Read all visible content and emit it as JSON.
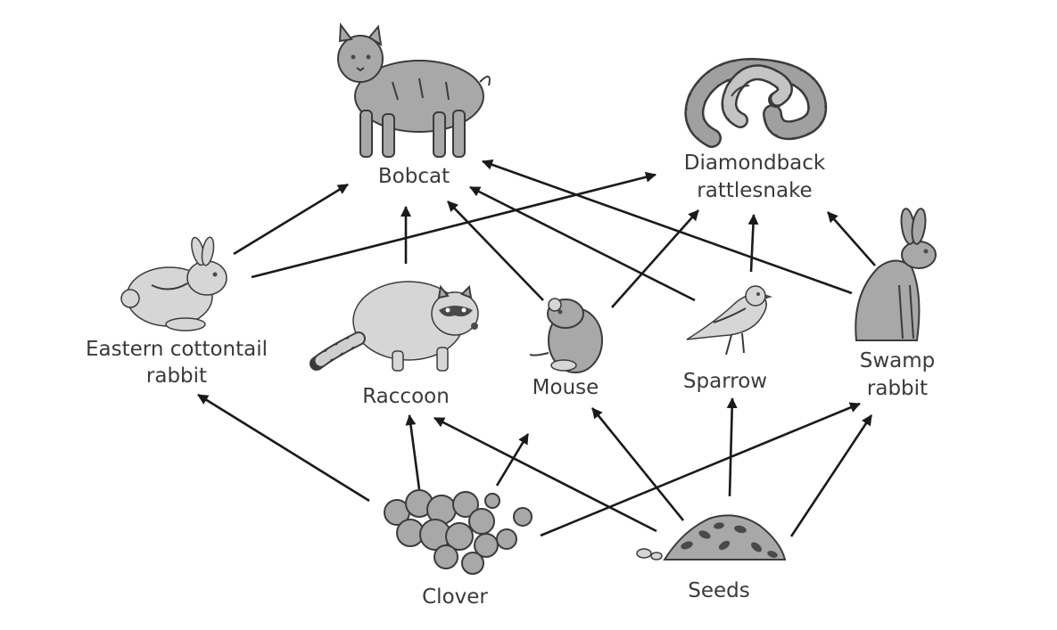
{
  "diagram": {
    "labels": {
      "bobcat": "Bobcat",
      "rattlesnake_1": "Diamondback",
      "rattlesnake_2": "rattlesnake",
      "cottontail_1": "Eastern cottontail",
      "cottontail_2": "rabbit",
      "raccoon": "Raccoon",
      "mouse": "Mouse",
      "sparrow": "Sparrow",
      "swamp_1": "Swamp",
      "swamp_2": "rabbit",
      "clover": "Clover",
      "seeds": "Seeds"
    },
    "edges": [
      {
        "from": "Eastern cottontail rabbit",
        "to": "Bobcat"
      },
      {
        "from": "Eastern cottontail rabbit",
        "to": "Diamondback rattlesnake"
      },
      {
        "from": "Raccoon",
        "to": "Bobcat"
      },
      {
        "from": "Mouse",
        "to": "Bobcat"
      },
      {
        "from": "Mouse",
        "to": "Diamondback rattlesnake"
      },
      {
        "from": "Sparrow",
        "to": "Bobcat"
      },
      {
        "from": "Sparrow",
        "to": "Diamondback rattlesnake"
      },
      {
        "from": "Swamp rabbit",
        "to": "Bobcat"
      },
      {
        "from": "Swamp rabbit",
        "to": "Diamondback rattlesnake"
      },
      {
        "from": "Clover",
        "to": "Eastern cottontail rabbit"
      },
      {
        "from": "Clover",
        "to": "Raccoon"
      },
      {
        "from": "Clover",
        "to": "Mouse"
      },
      {
        "from": "Clover",
        "to": "Swamp rabbit"
      },
      {
        "from": "Seeds",
        "to": "Raccoon"
      },
      {
        "from": "Seeds",
        "to": "Mouse"
      },
      {
        "from": "Seeds",
        "to": "Sparrow"
      },
      {
        "from": "Seeds",
        "to": "Swamp rabbit"
      }
    ]
  }
}
